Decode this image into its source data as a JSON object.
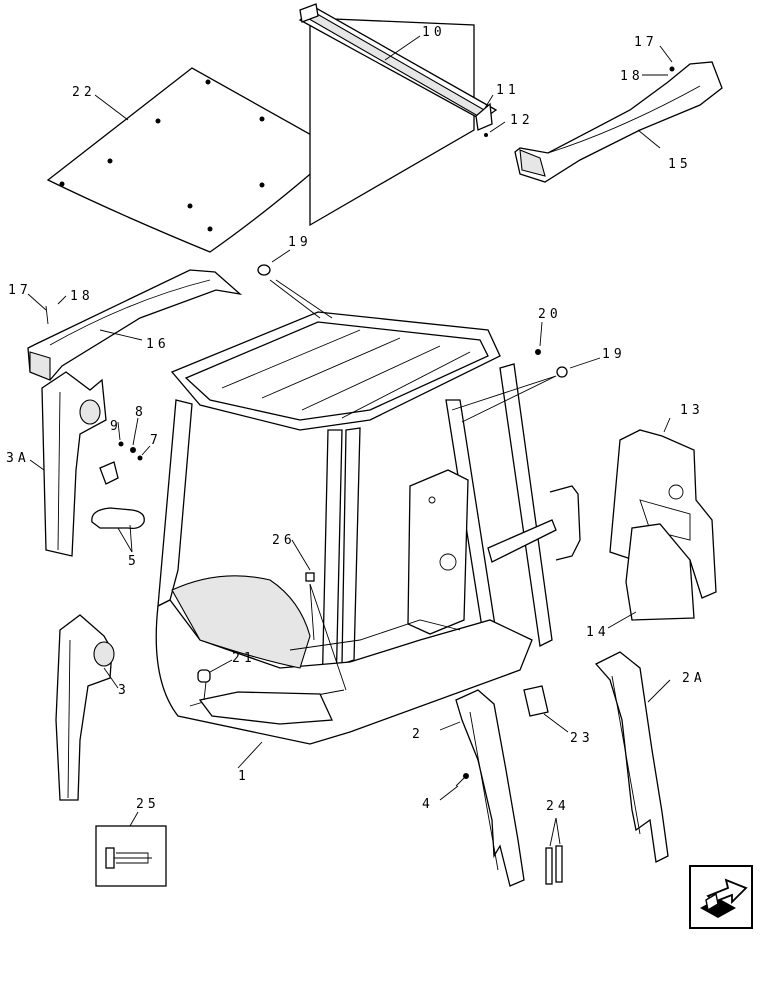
{
  "callouts": {
    "c1": "1",
    "c2": "2",
    "c2a": "2A",
    "c3": "3",
    "c3a": "3A",
    "c4": "4",
    "c5": "5",
    "c7": "7",
    "c8": "8",
    "c9": "9",
    "c10": "10",
    "c11": "11",
    "c12": "12",
    "c13": "13",
    "c14": "14",
    "c15": "15",
    "c16": "16",
    "c17a": "17",
    "c17b": "17",
    "c18a": "18",
    "c18b": "18",
    "c19a": "19",
    "c19b": "19",
    "c20": "20",
    "c21": "21",
    "c22": "22",
    "c23": "23",
    "c24": "24",
    "c25": "25",
    "c26": "26"
  },
  "icons": {
    "nav": "next-page-arrow-icon"
  }
}
